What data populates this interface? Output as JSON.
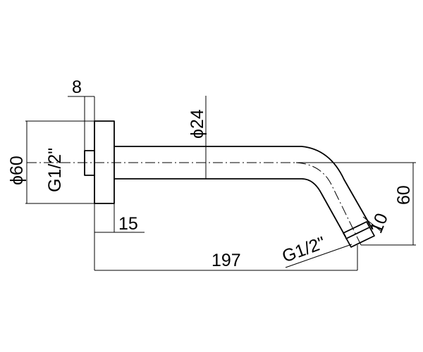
{
  "drawing": {
    "dimensions": {
      "flange_thickness": "8",
      "flange_diameter": "ϕ60",
      "inlet_thread": "G1/2\"",
      "arm_diameter": "ϕ24",
      "drop_height": "60",
      "outlet_nut_height": "10",
      "outlet_thread": "G1/2\"",
      "flange_depth": "15",
      "total_length": "197"
    }
  }
}
